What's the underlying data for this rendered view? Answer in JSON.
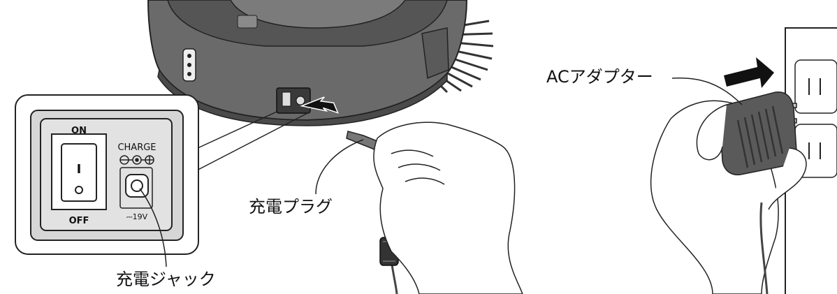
{
  "callouts": {
    "ac_adapter": "ACアダプター",
    "charge_plug": "充電プラグ",
    "charge_jack": "充電ジャック"
  },
  "panel": {
    "switch_on": "ON",
    "switch_off": "OFF",
    "switch_mark": "I",
    "charge": "CHARGE",
    "voltage": "⎓19V"
  }
}
